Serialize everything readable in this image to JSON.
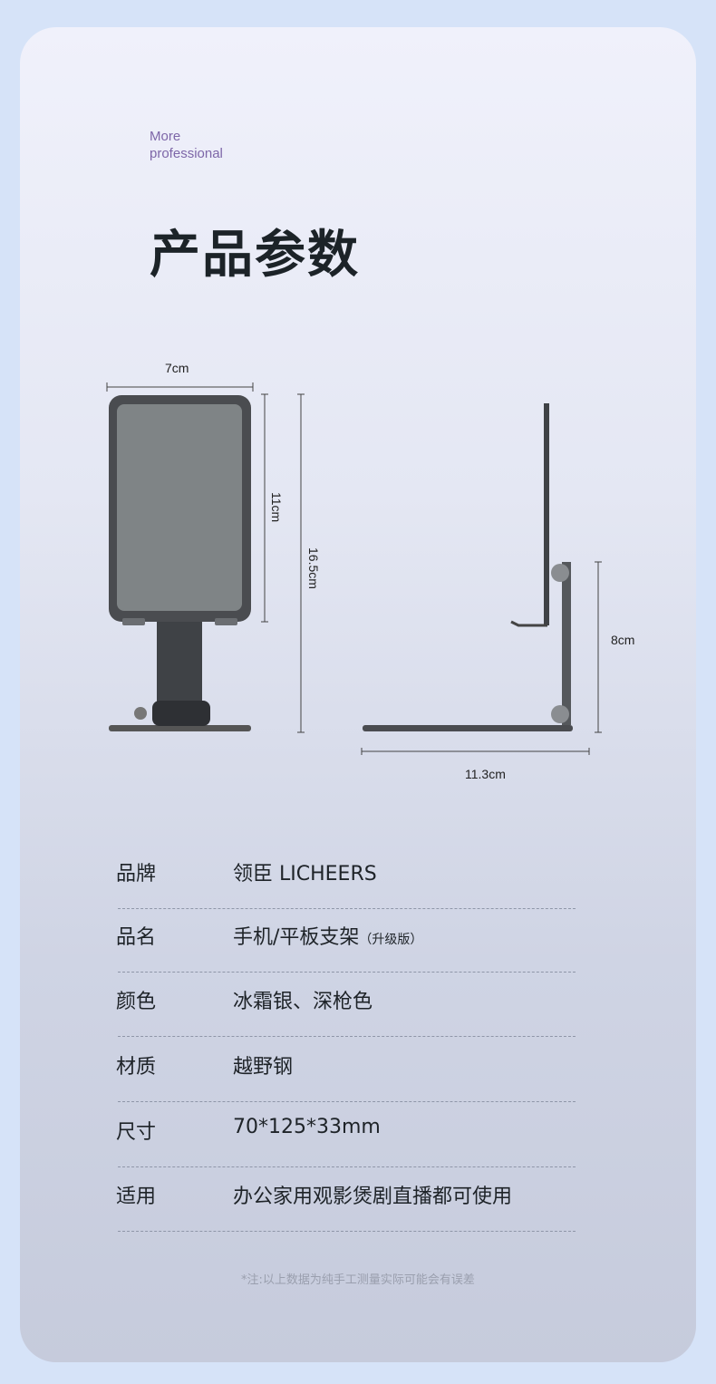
{
  "header": {
    "eyebrow_line1": "More",
    "eyebrow_line2": "professional",
    "title": "产品参数"
  },
  "dimensions": {
    "width": "7cm",
    "screen_height": "11cm",
    "total_height": "16.5cm",
    "hinge_height": "8cm",
    "depth": "11.3cm"
  },
  "specs": [
    {
      "label": "品牌",
      "value": "领臣 LICHEERS",
      "suffix": ""
    },
    {
      "label": "品名",
      "value": "手机/平板支架",
      "suffix": "（升级版）"
    },
    {
      "label": "颜色",
      "value": "冰霜银、深枪色",
      "suffix": ""
    },
    {
      "label": "材质",
      "value": "越野钢",
      "suffix": ""
    },
    {
      "label": "尺寸",
      "value": "70*125*33mm",
      "suffix": ""
    },
    {
      "label": "适用",
      "value": "办公家用观影煲剧直播都可使用",
      "suffix": ""
    }
  ],
  "footnote": "*注:以上数据为纯手工测量实际可能会有误差"
}
